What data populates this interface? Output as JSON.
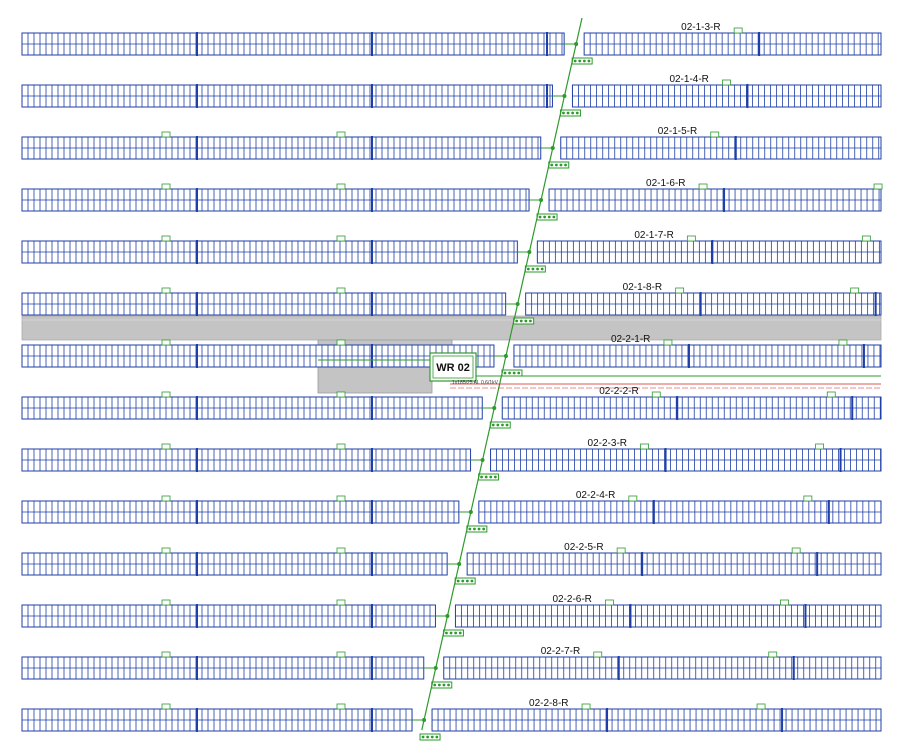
{
  "drawing": {
    "inverter_label": "WR 02",
    "cable_label": "1x185/25 AL 0,6/1kV",
    "colors": {
      "module": "#1f3fa8",
      "cable": "#2e9a2e",
      "road": "#c4c4c4",
      "red_line": "#cc2222"
    }
  },
  "rows": [
    {
      "label": "02-1-3-R"
    },
    {
      "label": "02-1-4-R"
    },
    {
      "label": "02-1-5-R"
    },
    {
      "label": "02-1-6-R"
    },
    {
      "label": "02-1-7-R"
    },
    {
      "label": "02-1-8-R"
    },
    {
      "label": "02-2-1-R"
    },
    {
      "label": "02-2-2-R"
    },
    {
      "label": "02-2-3-R"
    },
    {
      "label": "02-2-4-R"
    },
    {
      "label": "02-2-5-R"
    },
    {
      "label": "02-2-6-R"
    },
    {
      "label": "02-2-7-R"
    },
    {
      "label": "02-2-8-R"
    }
  ]
}
